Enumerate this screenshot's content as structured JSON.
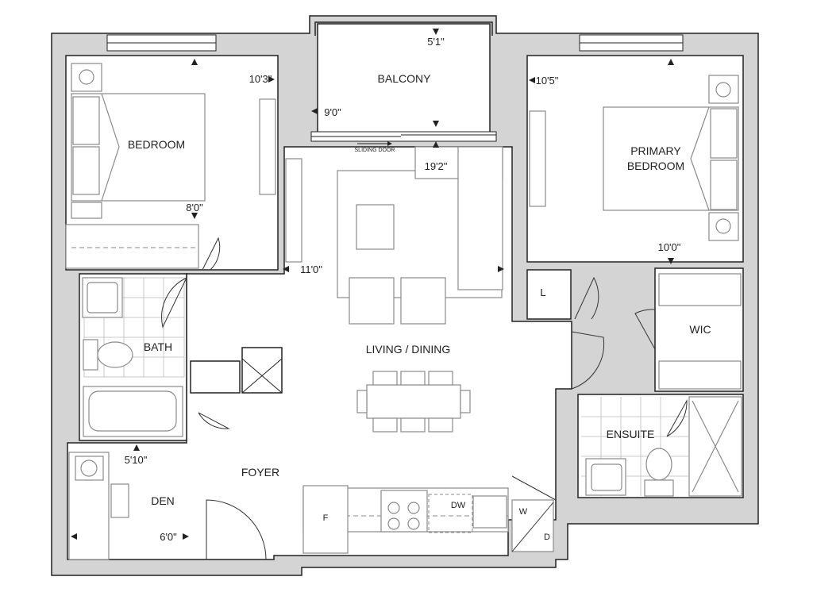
{
  "rooms": {
    "bedroom": "BEDROOM",
    "balcony": "BALCONY",
    "primary_bedroom_line1": "PRIMARY",
    "primary_bedroom_line2": "BEDROOM",
    "living_dining": "LIVING / DINING",
    "bath": "BATH",
    "wic": "WIC",
    "ensuite": "ENSUITE",
    "foyer": "FOYER",
    "den": "DEN"
  },
  "fixtures": {
    "linen": "L",
    "fridge": "F",
    "dishwasher": "DW",
    "washer": "W",
    "dryer": "D",
    "sliding_door": "SLIDING DOOR"
  },
  "dimensions": {
    "balcony_depth": "5'1\"",
    "bedroom_width": "10'3\"",
    "balcony_width": "9'0\"",
    "living_length": "19'2\"",
    "primary_width": "10'5\"",
    "bedroom_depth": "8'0\"",
    "living_width": "11'0\"",
    "primary_depth": "10'0\"",
    "den_depth": "5'10\"",
    "den_width": "6'0\""
  }
}
